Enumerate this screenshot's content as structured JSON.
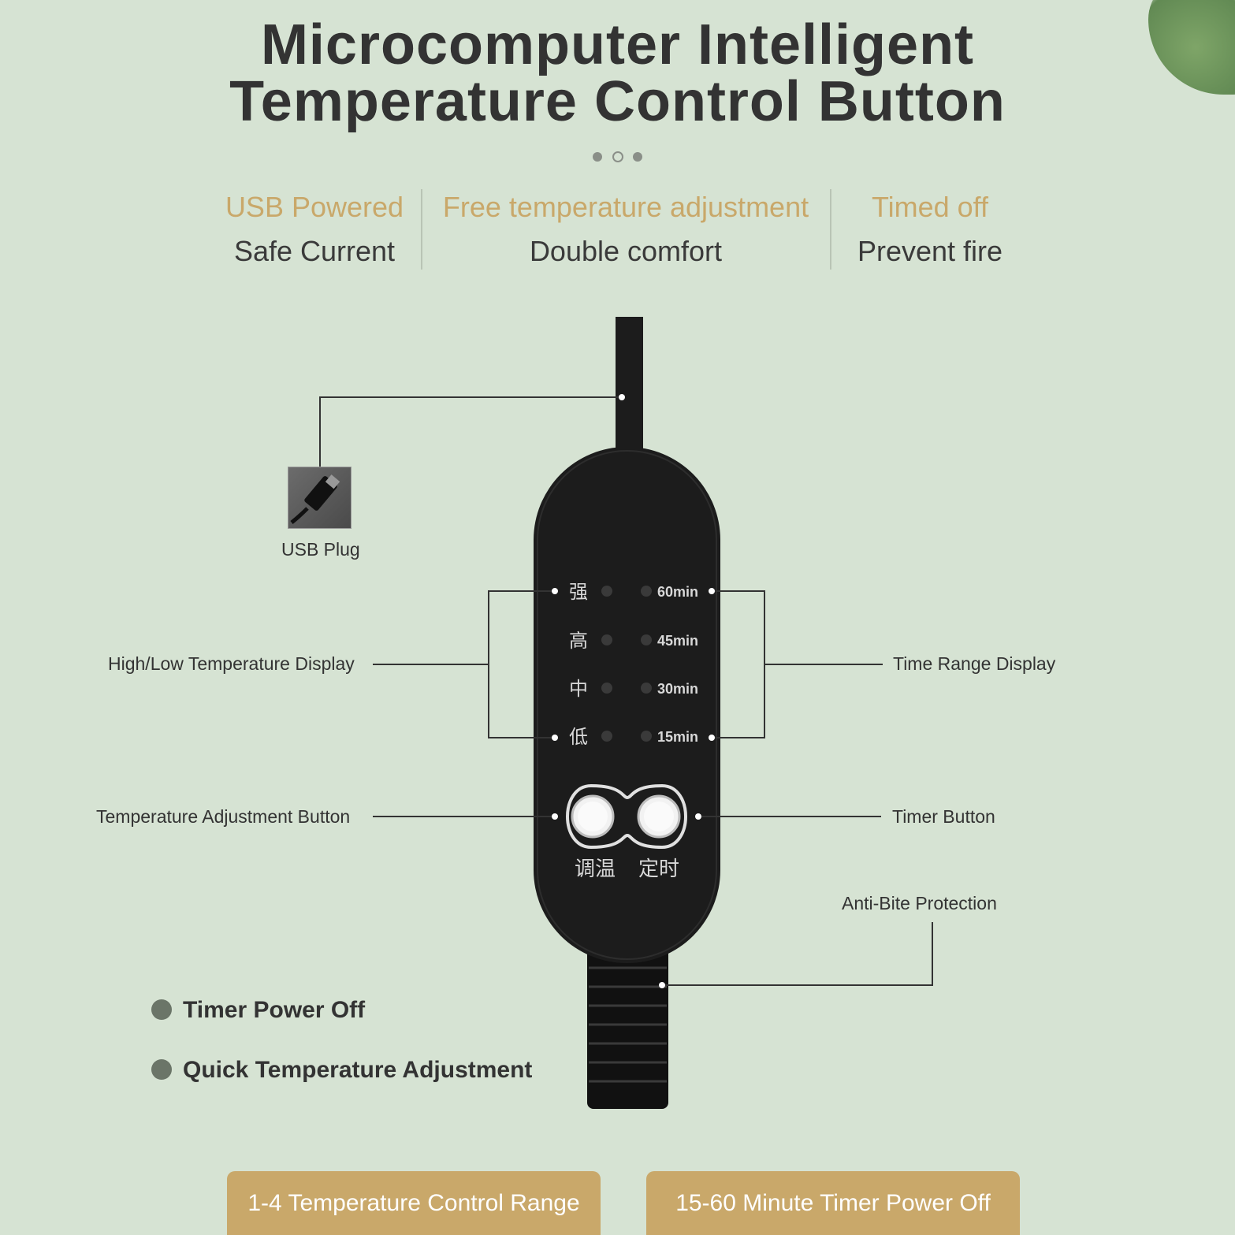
{
  "title": {
    "line1": "Microcomputer Intelligent",
    "line2": "Temperature Control Button"
  },
  "features": [
    {
      "headline": "USB Powered",
      "subline": "Safe Current"
    },
    {
      "headline": "Free temperature adjustment",
      "subline": "Double comfort"
    },
    {
      "headline": "Timed off",
      "subline": "Prevent fire"
    }
  ],
  "device": {
    "temp_levels": [
      "强",
      "高",
      "中",
      "低"
    ],
    "time_levels": [
      "60min",
      "45min",
      "30min",
      "15min"
    ],
    "button_labels": {
      "temperature": "调温",
      "timer": "定时"
    }
  },
  "callouts": {
    "usb_plug": "USB Plug",
    "temp_display": "High/Low Temperature Display",
    "time_display": "Time Range Display",
    "temp_button": "Temperature Adjustment Button",
    "timer_button": "Timer Button",
    "anti_bite": "Anti-Bite Protection"
  },
  "bullets": [
    "Timer Power Off",
    "Quick Temperature Adjustment"
  ],
  "bottom_buttons": [
    "1-4 Temperature Control Range",
    "15-60 Minute Timer Power Off"
  ],
  "colors": {
    "background": "#d6e3d3",
    "accent_gold": "#c9a86a",
    "device_body": "#1c1c1c",
    "text_dark": "#333333"
  }
}
